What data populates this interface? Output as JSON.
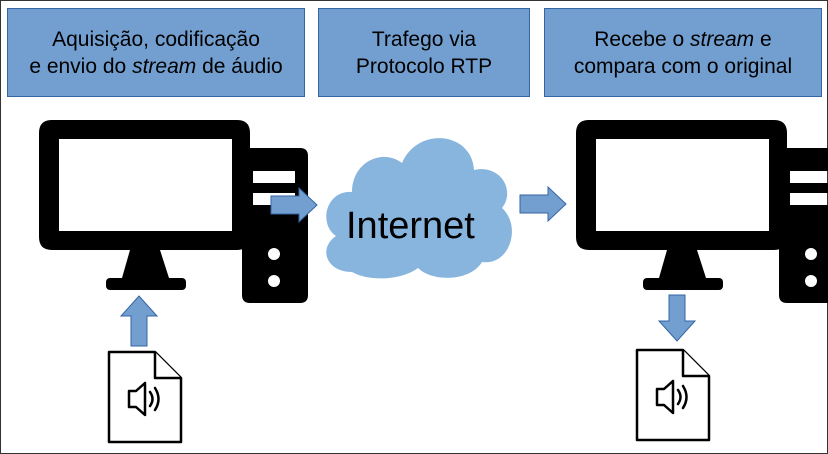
{
  "labels": {
    "left": {
      "line1": "Aquisição, codificação",
      "line2_pre": "e envio do ",
      "line2_em": "stream",
      "line2_post": " de áudio"
    },
    "middle": {
      "line1": "Trafego via",
      "line2": "Protocolo RTP"
    },
    "right": {
      "line1_pre": "Recebe o ",
      "line1_em": "stream",
      "line1_post": " e",
      "line2": "compara com o original"
    }
  },
  "cloud_label": "Internet",
  "colors": {
    "box_fill": "#729fcf",
    "box_border": "#3465a4",
    "arrow_fill": "#729fcf",
    "cloud_fill": "#87b5dd",
    "computer": "#000000"
  },
  "icons": [
    "computer-icon",
    "cloud-icon",
    "audio-file-icon",
    "arrow-right-icon",
    "arrow-up-icon",
    "arrow-down-icon"
  ]
}
